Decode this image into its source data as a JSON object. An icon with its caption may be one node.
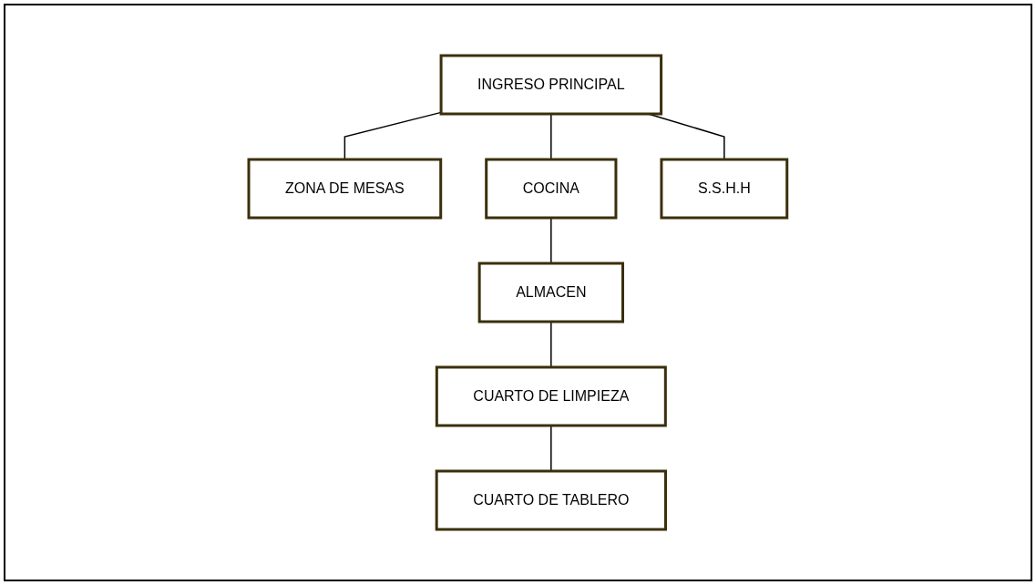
{
  "diagram": {
    "nodes": [
      {
        "text": [
          "INGRESO PRINCIPAL"
        ]
      },
      {
        "text": [
          "ZONA DE MESAS"
        ]
      },
      {
        "text": [
          "COCINA"
        ]
      },
      {
        "text": [
          "S.S.H.H"
        ]
      },
      {
        "text": [
          "ALMACEN"
        ]
      },
      {
        "text": [
          "CUARTO DE LIMPIEZA"
        ]
      },
      {
        "text": [
          "CUARTO DE TABLERO"
        ]
      }
    ],
    "edges": [
      {
        "from": 0,
        "to": 1,
        "arrow": "none"
      },
      {
        "from": 0,
        "to": 2,
        "arrow": "none"
      },
      {
        "from": 0,
        "to": 3,
        "arrow": "none"
      },
      {
        "from": 2,
        "to": 4,
        "arrow": "none"
      },
      {
        "from": 4,
        "to": 5,
        "arrow": "none"
      },
      {
        "from": 5,
        "to": 6,
        "arrow": "none"
      }
    ]
  }
}
